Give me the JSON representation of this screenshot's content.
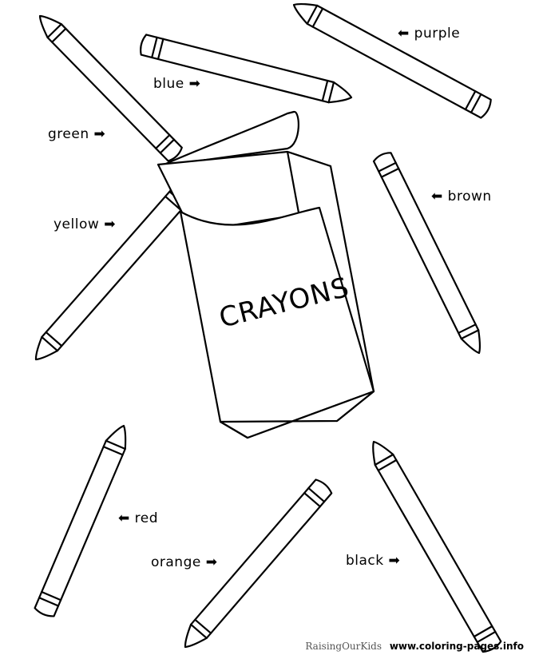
{
  "box_label": "CRAYONS",
  "labels": {
    "purple": "purple",
    "blue": "blue",
    "green": "green",
    "brown": "brown",
    "yellow": "yellow",
    "red": "red",
    "orange": "orange",
    "black": "black"
  },
  "arrows": {
    "left": "⬅",
    "right": "➡"
  },
  "credit": {
    "brand": "RaisingOurKids",
    "url": "www.coloring-pages.info"
  },
  "icons": [
    "crayon-icon",
    "crayon-box-icon",
    "arrow-left-icon",
    "arrow-right-icon"
  ]
}
